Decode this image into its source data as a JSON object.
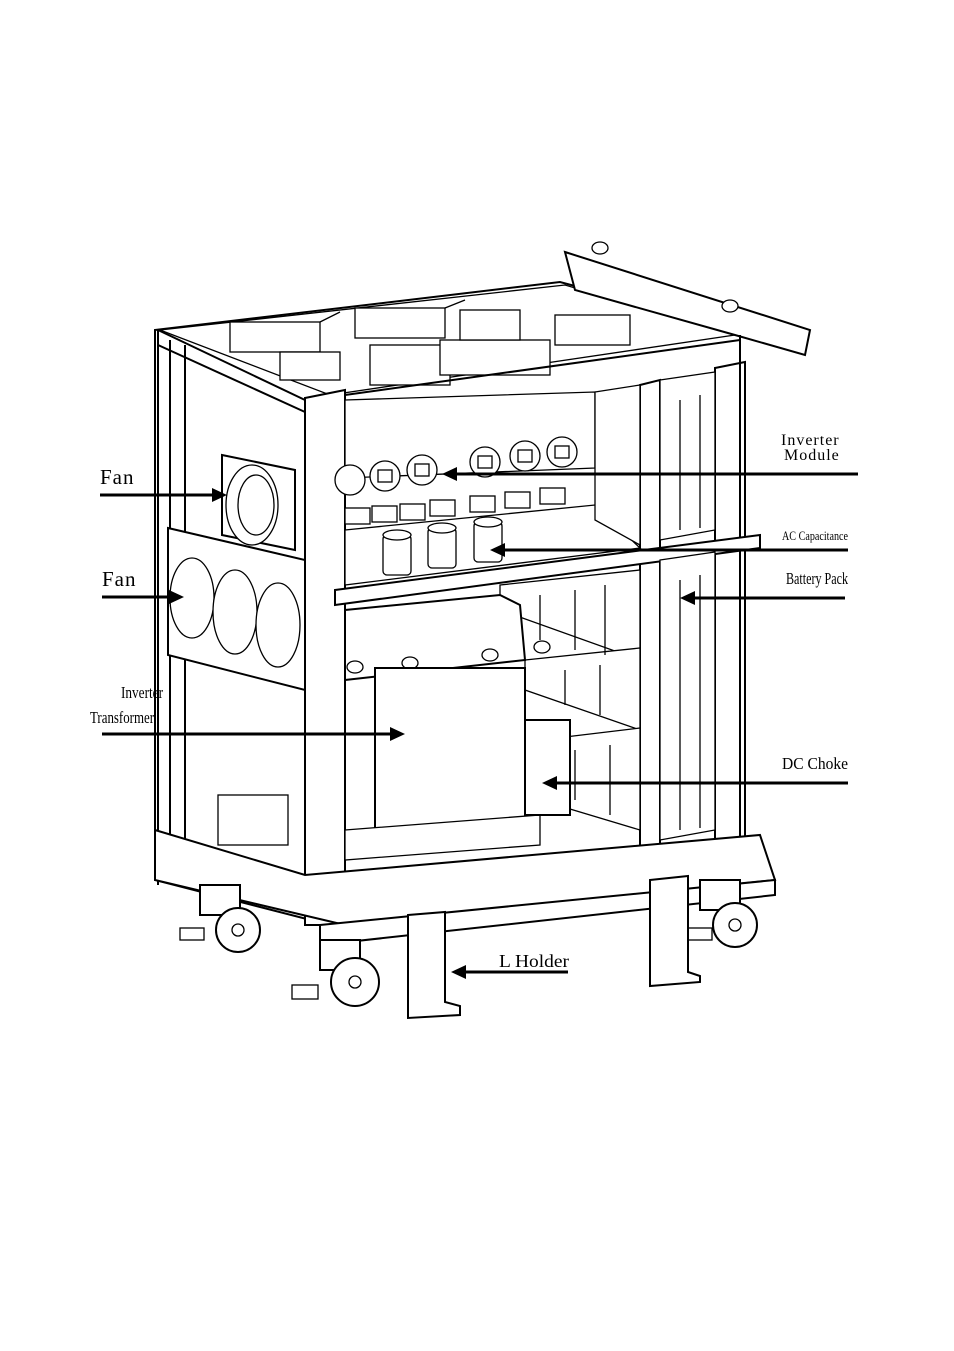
{
  "labels": {
    "fan_upper": "Fan",
    "fan_lower": "Fan",
    "inverter_transformer_line1": "Inverter",
    "inverter_transformer_line2": "Transformer",
    "inverter_module_line1": "Inverter",
    "inverter_module_line2": "Module",
    "ac_capacitance": "AC Capacitance",
    "battery_pack": "Battery Pack",
    "dc_choke": "DC Choke",
    "l_holder": "L Holder"
  }
}
